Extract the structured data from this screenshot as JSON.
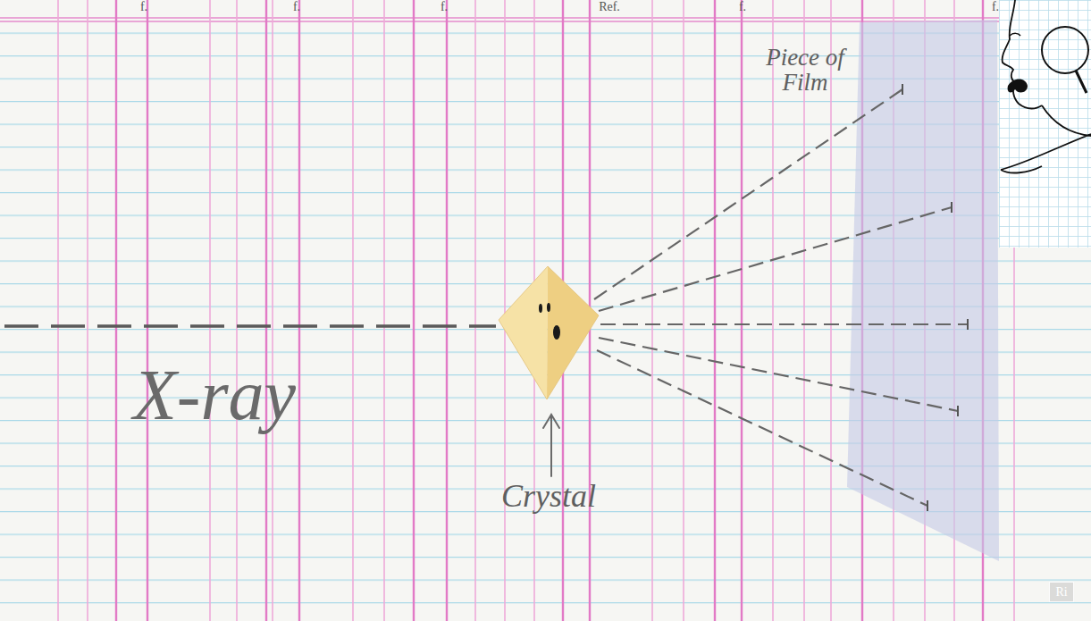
{
  "diagram": {
    "nodes": [
      {
        "text": [
          "Crystal"
        ]
      },
      {
        "text": [
          "Piece of Film"
        ]
      }
    ],
    "edges": [
      {
        "from": 0,
        "to": 1,
        "arrow": "none"
      },
      {
        "from": 0,
        "to": 1,
        "arrow": "none"
      },
      {
        "from": 0,
        "to": 1,
        "arrow": "none"
      },
      {
        "from": 0,
        "to": 1,
        "arrow": "none"
      },
      {
        "from": 0,
        "to": 1,
        "arrow": "none"
      }
    ],
    "labels": [
      "f.",
      "f.",
      "f.",
      "Ref.",
      "f.",
      "f.",
      "X-ray",
      "Ri"
    ]
  }
}
